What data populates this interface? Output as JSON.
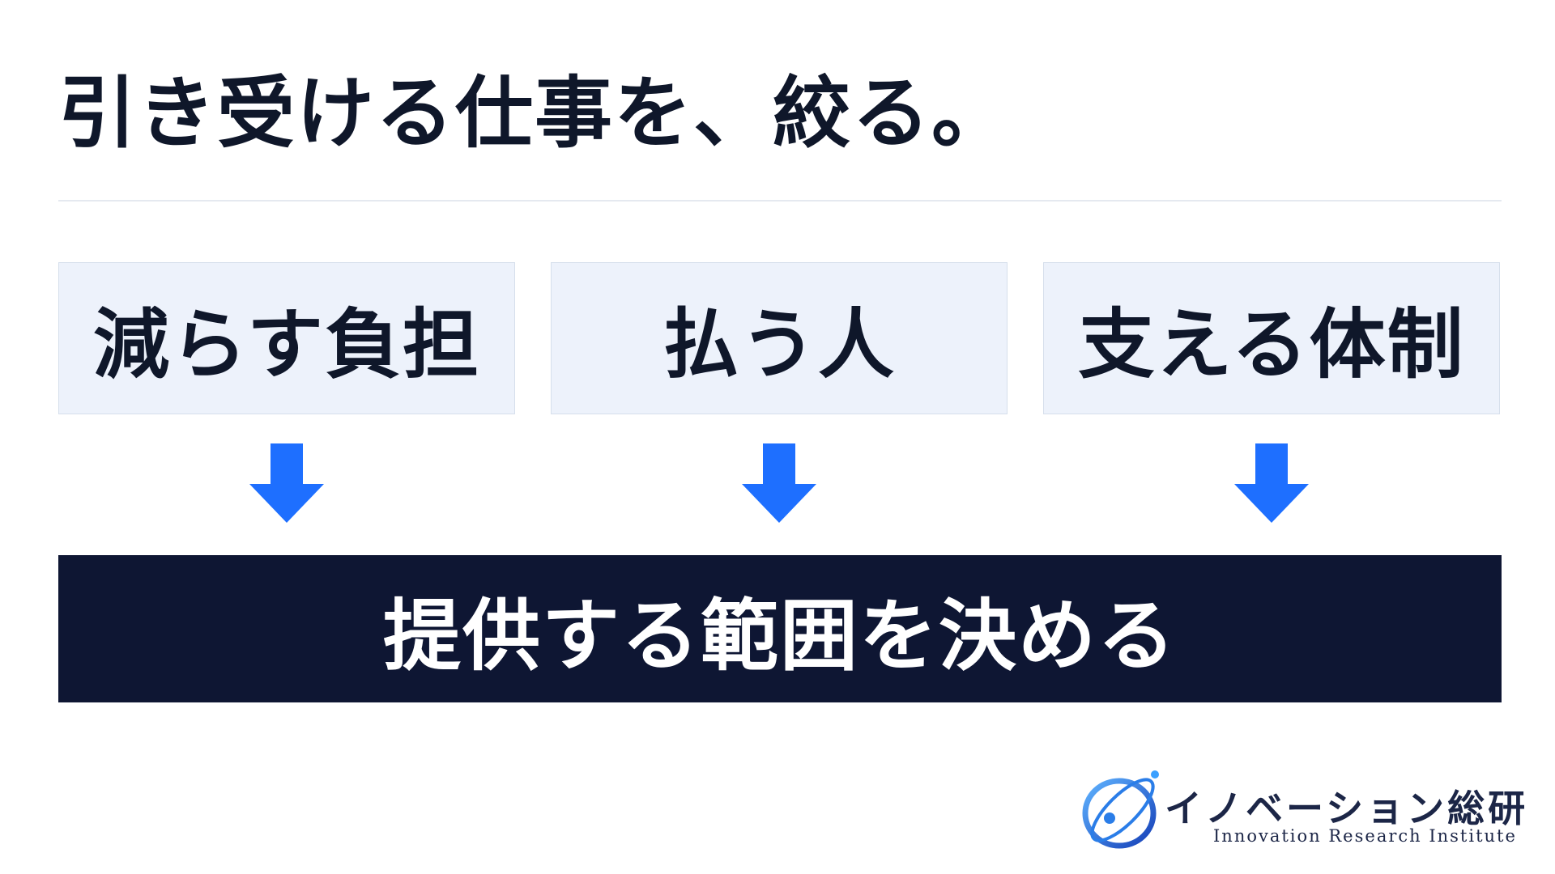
{
  "title": "引き受ける仕事を、絞る。",
  "factors": [
    {
      "label": "減らす負担"
    },
    {
      "label": "払う人"
    },
    {
      "label": "支える体制"
    }
  ],
  "result": {
    "label": "提供する範囲を決める"
  },
  "logo": {
    "name_jp": "イノベーション総研",
    "name_en": "Innovation Research Institute"
  },
  "colors": {
    "arrow": "#1e6fff",
    "result_bg": "#0e1633",
    "box_bg": "#edf2fb",
    "text": "#0f172a"
  },
  "icons": {
    "arrow": "arrow-down-icon",
    "logo": "orbit-logo-icon"
  }
}
